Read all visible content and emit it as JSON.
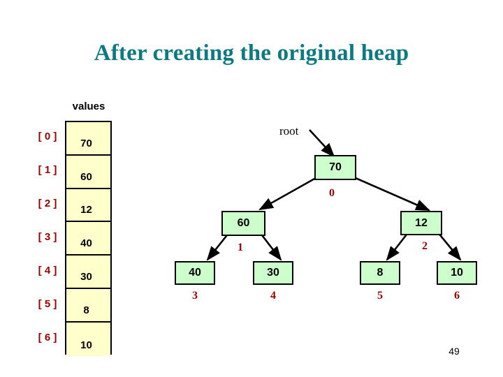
{
  "slide": {
    "title": "After creating the original heap",
    "page_number": "49",
    "colors": {
      "title": "#0d7a81",
      "array_cell_fill": "#ffffcc",
      "node_fill": "#ccffcc",
      "index_red": "#990000",
      "outline": "#000000",
      "background": "#ffffff"
    }
  },
  "array": {
    "label": "values",
    "cells": [
      {
        "index": "[ 0 ]",
        "value": "70"
      },
      {
        "index": "[ 1 ]",
        "value": "60"
      },
      {
        "index": "[ 2 ]",
        "value": "12"
      },
      {
        "index": "[ 3 ]",
        "value": "40"
      },
      {
        "index": "[ 4 ]",
        "value": "30"
      },
      {
        "index": "[ 5 ]",
        "value": "8"
      },
      {
        "index": "[ 6 ]",
        "value": "10"
      }
    ]
  },
  "tree": {
    "root_label": "root",
    "nodes": [
      {
        "value": "70",
        "index": "0"
      },
      {
        "value": "60",
        "index": "1"
      },
      {
        "value": "12",
        "index": "2"
      },
      {
        "value": "40",
        "index": "3"
      },
      {
        "value": "30",
        "index": "4"
      },
      {
        "value": "8",
        "index": "5"
      },
      {
        "value": "10",
        "index": "6"
      }
    ]
  }
}
